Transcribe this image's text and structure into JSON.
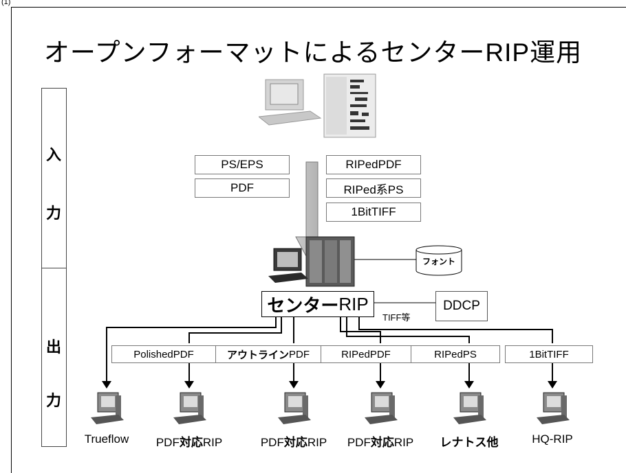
{
  "corner_label": "(1)",
  "title": "オープンフォーマットによるセンターRIP運用",
  "side": {
    "input_1": "入",
    "input_2": "力",
    "output_1": "出",
    "output_2": "力"
  },
  "input_formats_left": [
    "PS/EPS",
    "PDF"
  ],
  "input_formats_right": [
    "RIPedPDF",
    "RIPed系PS",
    "1BitTIFF"
  ],
  "font_db_label": "フォント",
  "center_rip": {
    "bold_part": "センター",
    "rest": "RIP"
  },
  "tiff_label": "TIFF等",
  "ddcp_label": "DDCP",
  "output_formats": [
    {
      "bold": "",
      "rest": "PolishedPDF"
    },
    {
      "bold": "アウトライン",
      "rest": "PDF"
    },
    {
      "bold": "",
      "rest": "RIPedPDF"
    },
    {
      "bold": "",
      "rest": "RIPedPS"
    },
    {
      "bold": "",
      "rest": "1BitTIFF"
    }
  ],
  "devices": [
    {
      "pre": "Trueflow",
      "bold": "",
      "post": ""
    },
    {
      "pre": "PDF",
      "bold": "対応",
      "post": "RIP"
    },
    {
      "pre": "PDF",
      "bold": "対応",
      "post": "RIP"
    },
    {
      "pre": "PDF",
      "bold": "対応",
      "post": "RIP"
    },
    {
      "pre": "",
      "bold": "レナトス他",
      "post": ""
    },
    {
      "pre": "HQ-RIP",
      "bold": "",
      "post": ""
    }
  ]
}
